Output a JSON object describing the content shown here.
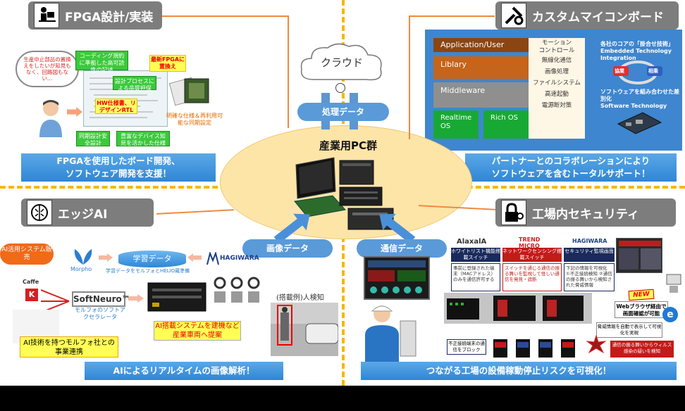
{
  "quadrants": {
    "fpga": {
      "title": "FPGA設計/実装",
      "banner_line1": "FPGAを使用したボード開発、",
      "banner_line2": "ソフトウェア開発を支援！",
      "cloud_note": "生産中止部品の置換えをしたいが知見もなく、回路図もない…",
      "bubbles": [
        "コーディング規約に準拠した高可読性の記述",
        "設計プロセスによる品質担保",
        "同期設計安全設計",
        "豊富なデバイス知見を活かした仕様提案"
      ],
      "hw_spec": "HW仕様書、リデザインRTL",
      "latest_fpga": "最新FPGAに置換え",
      "clear_spec": "明確な仕様＆再利用可能な同期設定"
    },
    "custom_board": {
      "title": "カスタムマイコンボード",
      "banner_line1": "パートナーとのコラボレーションにより",
      "banner_line2": "ソフトウェアを含むトータルサポート！",
      "layers": [
        "Application/User",
        "Liblary",
        "Middleware",
        "Realtime OS",
        "Rich OS"
      ],
      "features": [
        "モーション",
        "コントロール",
        "無線化通信",
        "画像処理",
        "ファイルシステム",
        "高速起動",
        "電源断対策"
      ],
      "right_text1": "各社のコアの「掛合せ技術」",
      "right_text2": "Embedded Technology Integration",
      "right_text3": "ソフトウェアを組み合わせた差別化",
      "right_text4": "Software Technology",
      "circle_labels": [
        "協業",
        "相乗"
      ]
    },
    "edge_ai": {
      "title": "エッジAI",
      "banner": "AIによるリアルタイムの画像解析！",
      "ai_sales": "AI活用システム販売",
      "morpho": "Morpho",
      "learning_data": "学習データ",
      "learning_note": "学習データをモルフォとHELIO蔵準備",
      "hagiwara": "HAGIWARA",
      "caffe": "Caffe",
      "softneuro": "SoftNeuro™",
      "softneuro_sub": "モルフォのソフトアクセラレータ",
      "ai_install": "AI搭載システムを建機など産業車両へ提案",
      "person_detect": "(搭載例)人検知",
      "ai_partner": "AI技術を持つモルフォ社との事業連携"
    },
    "security": {
      "title": "工場内セキュリティ",
      "banner": "つながる工場の設備稼動停止リスクを可視化！",
      "vendors": [
        "AlaxalA",
        "TREND MICRO",
        "HAGIWARA"
      ],
      "col_heads": [
        "ホワイトリスト機能搭載スイッチ",
        "ネットワークセンシング搭載スイッチ",
        "セキュリティ監視画面"
      ],
      "col_texts": [
        "事前に登録された端末（MACアドレス）のみを通信許可する",
        "スイッチを通じる通信の振る舞いを監視して怪しい通信を発見・遮断",
        "下記の情報を可視化 ①不正接続検知 ②通信の振る舞いから検知された脅威情報"
      ],
      "new_label": "NEW",
      "web_browser": "Webブラウザ経由で画面確認が可能",
      "threat_note": "脅威情報を自動で表示して可視化を実現",
      "block_note": "不正接続端末の通信をブロック",
      "virus_note": "通信の振る舞いからウィルス感染の疑いを検知"
    }
  },
  "center": {
    "cloud": "クラウド",
    "processing_data": "処理データ",
    "pc_group": "産業用PC群",
    "image_data": "画像データ",
    "comm_data": "通信データ"
  },
  "colors": {
    "dash": "#f5b800",
    "banner": "#3d8fdc",
    "ellipse": "#fde5a8",
    "title_box": "#7d7d7d"
  }
}
